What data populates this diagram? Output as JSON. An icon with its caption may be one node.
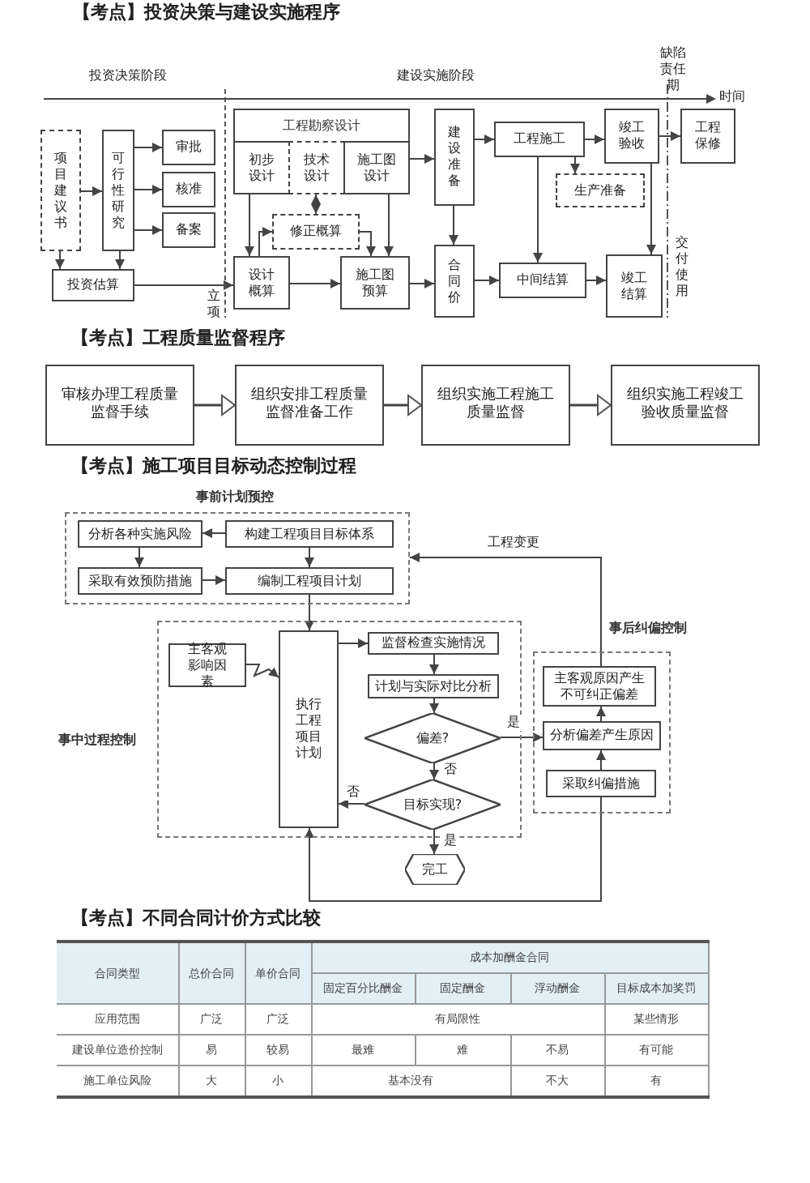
{
  "diagram": {
    "nodes": [
      {
        "text": [
          "项目建议书"
        ]
      },
      {
        "text": [
          "可行性研究"
        ]
      },
      {
        "text": [
          "审批"
        ]
      },
      {
        "text": [
          "核准"
        ]
      },
      {
        "text": [
          "备案"
        ]
      },
      {
        "text": [
          "投资估算"
        ]
      },
      {
        "text": [
          "工程勘察设计"
        ]
      },
      {
        "text": [
          "初步设计"
        ],
        "in": 6
      },
      {
        "text": [
          "技术设计"
        ],
        "in": 6
      },
      {
        "text": [
          "施工图设计"
        ],
        "in": 6
      },
      {
        "text": [
          "修正概算"
        ]
      },
      {
        "text": [
          "设计概算"
        ]
      },
      {
        "text": [
          "施工图预算"
        ]
      },
      {
        "text": [
          "建设准备"
        ]
      },
      {
        "text": [
          "合同价"
        ]
      },
      {
        "text": [
          "工程施工"
        ]
      },
      {
        "text": [
          "生产准备"
        ]
      },
      {
        "text": [
          "竣工验收"
        ]
      },
      {
        "text": [
          "工程保修"
        ]
      },
      {
        "text": [
          "中间结算"
        ]
      },
      {
        "text": [
          "竣工结算"
        ]
      },
      {
        "text": [
          "审核办理工程质量监督手续"
        ]
      },
      {
        "text": [
          "组织安排工程质量监督准备工作"
        ]
      },
      {
        "text": [
          "组织实施工程施工质量监督"
        ]
      },
      {
        "text": [
          "组织实施工程竣工验收质量监督"
        ]
      },
      {
        "text": [
          "事前计划预控"
        ]
      },
      {
        "text": [
          "分析各种实施风险"
        ],
        "in": 25
      },
      {
        "text": [
          "构建工程项目目标体系"
        ],
        "in": 25
      },
      {
        "text": [
          "采取有效预防措施"
        ],
        "in": 25
      },
      {
        "text": [
          "编制工程项目计划"
        ],
        "in": 25
      },
      {
        "text": [
          "事中过程控制"
        ]
      },
      {
        "text": [
          "执行工程项目计划"
        ],
        "in": 30
      },
      {
        "text": [
          "主客观影响因素"
        ],
        "in": 30
      },
      {
        "text": [
          "监督检查实施情况"
        ],
        "in": 30
      },
      {
        "text": [
          "计划与实际对比分析"
        ],
        "in": 30
      },
      {
        "text": [
          "偏差?"
        ],
        "in": 30
      },
      {
        "text": [
          "目标实现?"
        ],
        "in": 30
      },
      {
        "text": [
          "完工"
        ]
      },
      {
        "text": [
          "事后纠偏控制"
        ]
      },
      {
        "text": [
          "主客观原因产生不可纠正偏差"
        ],
        "in": 38
      },
      {
        "text": [
          "分析偏差产生原因"
        ],
        "in": 38
      },
      {
        "text": [
          "采取纠偏措施"
        ],
        "in": 38
      }
    ],
    "edges": [
      {
        "from": 0,
        "to": 1,
        "arrow": "to"
      },
      {
        "from": 1,
        "to": 2,
        "arrow": "to"
      },
      {
        "from": 1,
        "to": 3,
        "arrow": "to"
      },
      {
        "from": 1,
        "to": 4,
        "arrow": "to"
      },
      {
        "from": 0,
        "to": 5,
        "arrow": "to"
      },
      {
        "from": 1,
        "to": 5,
        "arrow": "to"
      },
      {
        "from": 5,
        "to": 11,
        "arrow": "to"
      },
      {
        "from": 7,
        "to": 11,
        "arrow": "to"
      },
      {
        "from": 8,
        "to": 10,
        "arrow": "both"
      },
      {
        "from": 11,
        "to": 10,
        "arrow": "to"
      },
      {
        "from": 10,
        "to": 12,
        "arrow": "to"
      },
      {
        "from": 9,
        "to": 12,
        "arrow": "to"
      },
      {
        "from": 11,
        "to": 12,
        "arrow": "to"
      },
      {
        "from": 9,
        "to": 13,
        "arrow": "to"
      },
      {
        "from": 12,
        "to": 14,
        "arrow": "to"
      },
      {
        "from": 13,
        "to": 14,
        "arrow": "to"
      },
      {
        "from": 13,
        "to": 15,
        "arrow": "to"
      },
      {
        "from": 15,
        "to": 17,
        "arrow": "to"
      },
      {
        "from": 15,
        "to": 16,
        "arrow": "to"
      },
      {
        "from": 17,
        "to": 18,
        "arrow": "to"
      },
      {
        "from": 15,
        "to": 19,
        "arrow": "to"
      },
      {
        "from": 14,
        "to": 19,
        "arrow": "to"
      },
      {
        "from": 19,
        "to": 20,
        "arrow": "to"
      },
      {
        "from": 17,
        "to": 20,
        "arrow": "to"
      },
      {
        "from": 21,
        "to": 22,
        "arrow": "to"
      },
      {
        "from": 22,
        "to": 23,
        "arrow": "to"
      },
      {
        "from": 23,
        "to": 24,
        "arrow": "to"
      },
      {
        "from": 27,
        "to": 26,
        "arrow": "to"
      },
      {
        "from": 26,
        "to": 28,
        "arrow": "to"
      },
      {
        "from": 28,
        "to": 29,
        "arrow": "to"
      },
      {
        "from": 27,
        "to": 29,
        "arrow": "to"
      },
      {
        "from": 29,
        "to": 31,
        "arrow": "to"
      },
      {
        "from": 32,
        "to": 31,
        "arrow": "to"
      },
      {
        "from": 31,
        "to": 33,
        "arrow": "to"
      },
      {
        "from": 33,
        "to": 34,
        "arrow": "to"
      },
      {
        "from": 34,
        "to": 35,
        "arrow": "to"
      },
      {
        "from": 35,
        "to": 36,
        "arrow": "to",
        "label": "否"
      },
      {
        "from": 36,
        "to": 31,
        "arrow": "to",
        "label": "否"
      },
      {
        "from": 36,
        "to": 37,
        "arrow": "to",
        "label": "是"
      },
      {
        "from": 35,
        "to": 40,
        "arrow": "to",
        "label": "是"
      },
      {
        "from": 40,
        "to": 39,
        "arrow": "to"
      },
      {
        "from": 41,
        "to": 40,
        "arrow": "to"
      },
      {
        "from": 39,
        "to": 25,
        "arrow": "to",
        "label": "工程变更"
      },
      {
        "from": 41,
        "to": 31,
        "arrow": "to"
      }
    ],
    "labels": [
      "【考点】投资决策与建设实施程序",
      "缺陷责任期",
      "投资决策阶段",
      "建设实施阶段",
      "时间",
      "立项",
      "交付使用",
      "【考点】工程质量监督程序",
      "【考点】施工项目目标动态控制过程",
      "【考点】不同合同计价方式比较",
      "合同类型",
      "总价合同",
      "单价合同",
      "成本加酬金合同",
      "固定百分比酬金",
      "固定酬金",
      "浮动酬金",
      "目标成本加奖罚",
      "应用范围",
      "广泛",
      "广泛",
      "有局限性",
      "某些情形",
      "建设单位造价控制",
      "易",
      "较易",
      "最难",
      "难",
      "不易",
      "有可能",
      "施工单位风险",
      "大",
      "小",
      "基本没有",
      "不大",
      "有"
    ]
  }
}
